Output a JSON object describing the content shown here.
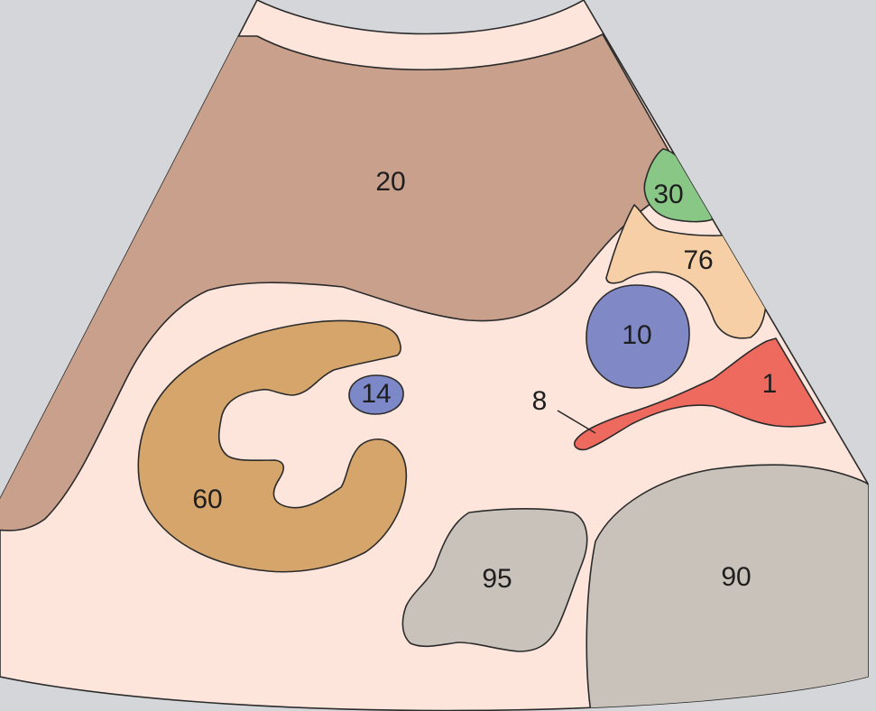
{
  "colors": {
    "outside": "#d4d6d9",
    "background_tissue": "#fde5dc",
    "region_20": "#c9a08c",
    "region_30": "#88c785",
    "region_76": "#f6cfa6",
    "region_10": "#8088c6",
    "region_14": "#7d88c8",
    "region_1": "#ef6a5e",
    "region_60": "#d5a56c",
    "region_95": "#c9c2bb",
    "region_90": "#c9c2bb"
  },
  "labels": {
    "region_20": "20",
    "region_30": "30",
    "region_76": "76",
    "region_10": "10",
    "region_14": "14",
    "region_1": "1",
    "region_8": "8",
    "region_60": "60",
    "region_95": "95",
    "region_90": "90"
  }
}
